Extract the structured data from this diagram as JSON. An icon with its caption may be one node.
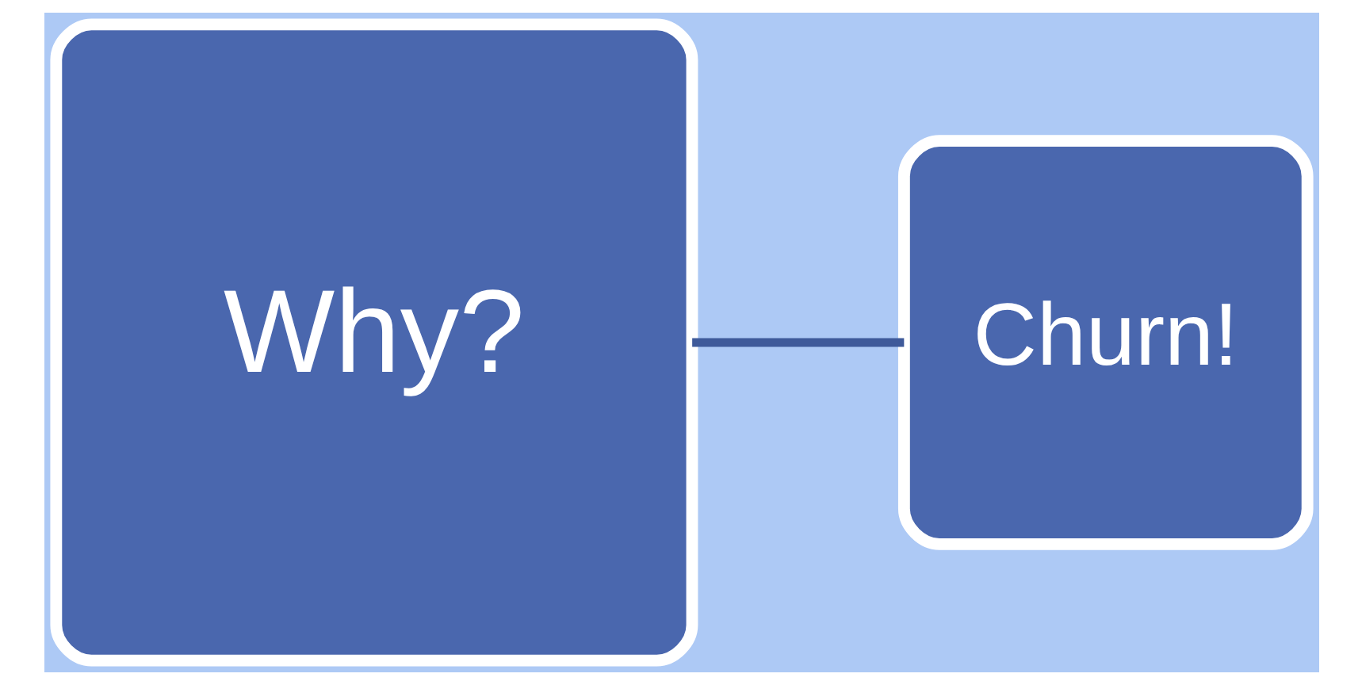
{
  "diagram": {
    "nodes": [
      {
        "text": [
          "Why?"
        ]
      },
      {
        "text": [
          "Churn!"
        ]
      }
    ],
    "edges": [
      {
        "from": 0,
        "to": 1,
        "arrow": "none"
      }
    ]
  }
}
